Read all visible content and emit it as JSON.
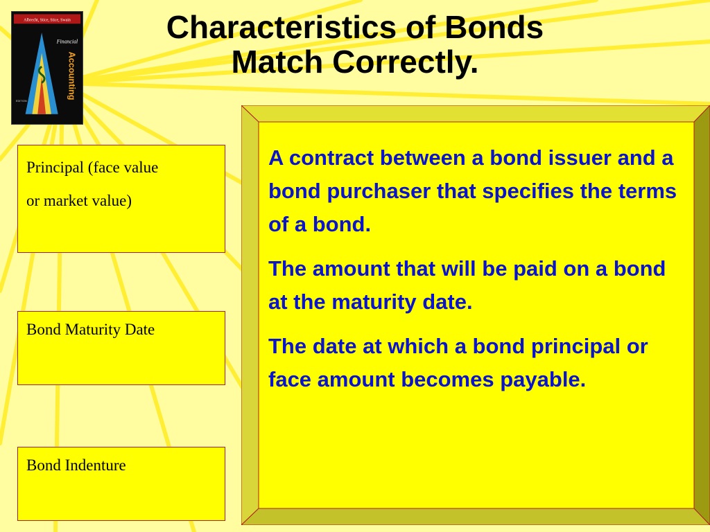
{
  "slide": {
    "title_line1": "Characteristics of Bonds",
    "title_line2": "Match Correctly.",
    "background_color": "#fffda0",
    "ray_color": "#ffee33",
    "accent_color": "#ffff00",
    "text_color_definitions": "#0a14c8"
  },
  "book_cover": {
    "authors": "Albrecht, Stice, Stice, Swain",
    "subtitle": "Financial",
    "title": "Accounting",
    "edition": "EDITION"
  },
  "terms": [
    {
      "line1": "Principal (face value",
      "line2": "or market value)"
    },
    {
      "line1": "Bond Maturity Date"
    },
    {
      "line1": "Bond Indenture"
    }
  ],
  "definitions": [
    "A contract between a bond issuer and a bond purchaser that specifies the terms of a bond.",
    "The amount that will be paid on a bond at the maturity date.",
    "The date at which a bond principal or face amount becomes payable."
  ]
}
